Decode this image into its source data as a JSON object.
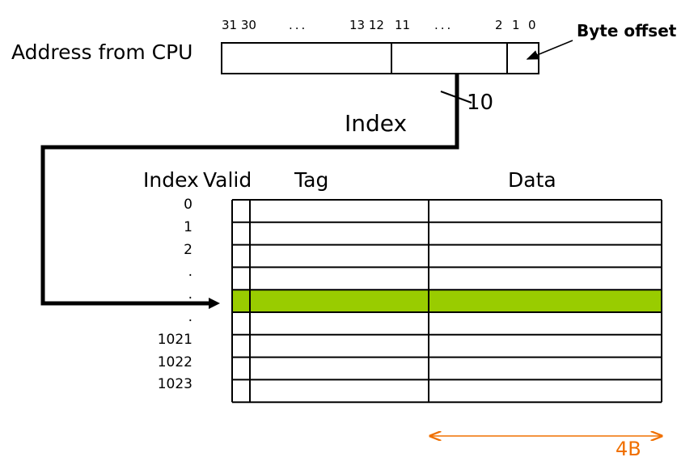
{
  "address": {
    "label": "Address from CPU",
    "bits": {
      "b31_30": "31 30",
      "dots1": "...",
      "b13_12": "13 12",
      "b11": "11",
      "dots2": "...",
      "b2": "2",
      "b1": "1",
      "b0": "0"
    },
    "byte_offset_label": "Byte offset"
  },
  "index_bus": {
    "width": "10",
    "label": "Index"
  },
  "table": {
    "headers": {
      "index": "Index",
      "valid": "Valid",
      "tag": "Tag",
      "data": "Data"
    },
    "row_labels": [
      "0",
      "1",
      "2",
      ".",
      ".",
      ".",
      "1021",
      "1022",
      "1023"
    ],
    "highlighted_row": 4,
    "highlight_color": "#99cc00"
  },
  "data_width": {
    "label": "4B",
    "color": "#f07000"
  }
}
